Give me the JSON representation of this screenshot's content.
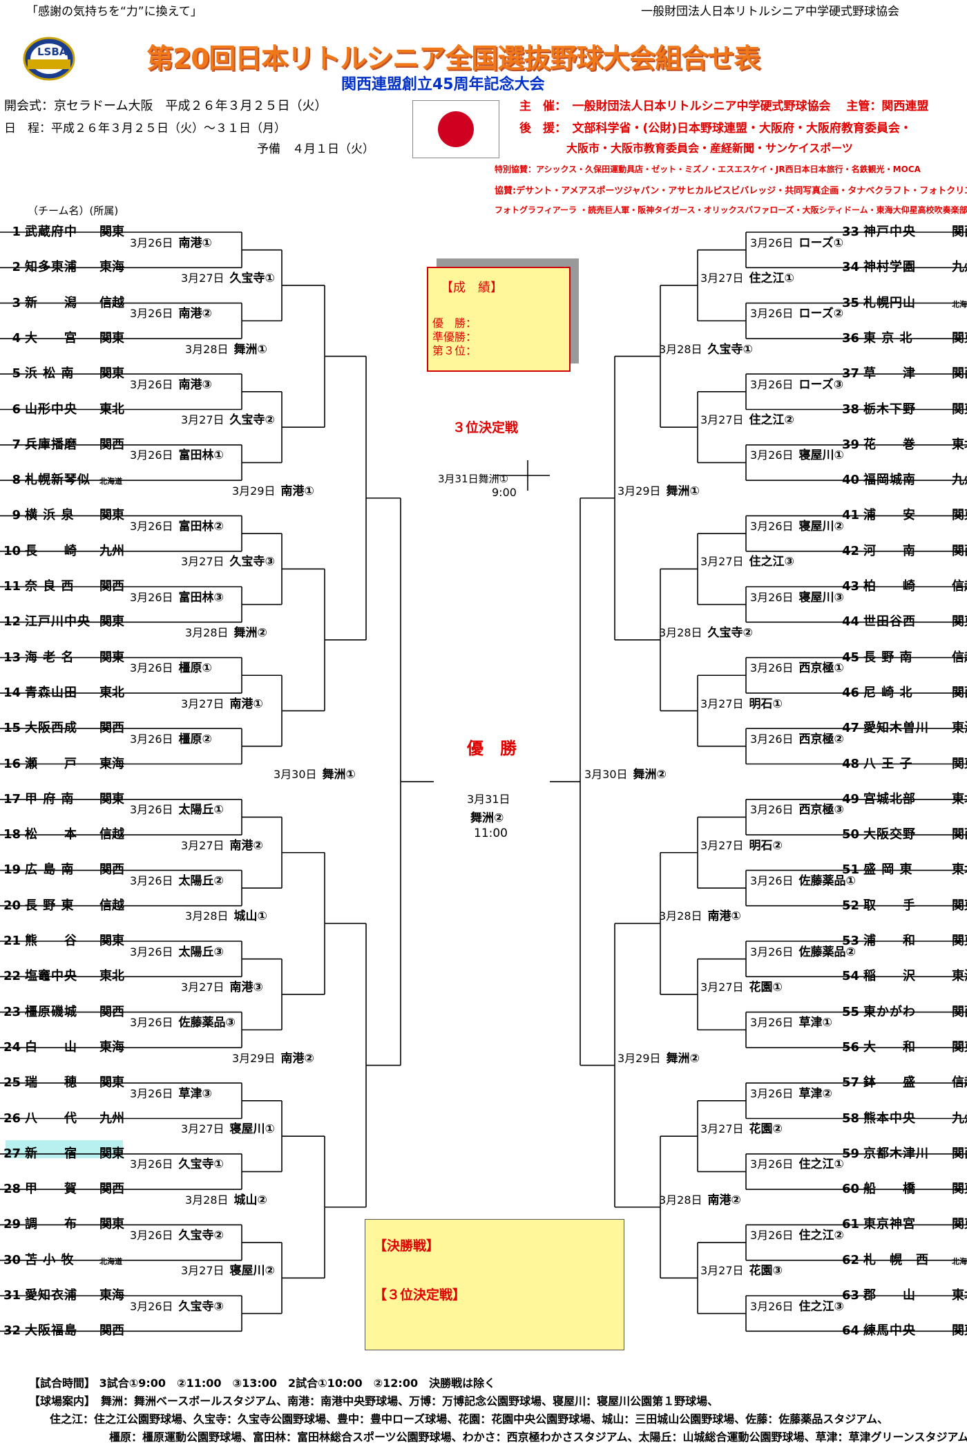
{
  "header": {
    "slogan": "「感謝の気持ちを“力”に換えて」",
    "org_top": "一般財団法人日本リトルシニア中学硬式野球協会",
    "logo_text": "LSBA",
    "title": "第20回日本リトルシニア全国選抜野球大会組合せ表",
    "subtitle": "関西連盟創立45周年記念大会",
    "opening": "開会式：京セラドーム大阪　平成２６年３月２５日（火）",
    "schedule": "日　程：平成２６年３月２５日（火）～３１日（月）",
    "reserve": "予備　４月１日（火）",
    "host": "主　催：　一般財団法人日本リトルシニア中学硬式野球協会　 主管：関西連盟",
    "support1": "後　援：　文部科学省・(公財)日本野球連盟・大阪府・大阪府教育委員会・",
    "support2": "大阪市・大阪市教育委員会・産経新聞・サンケイスポーツ",
    "special": "特別協賛：アシックス・久保田運動具店・ゼット・ミズノ・エスエスケイ・JR西日本日本旅行・名鉄観光・MOCA",
    "sponsor1": "協賛:デサント・アメアスポーツジャパン・アサヒカルピスビバレッジ・共同写真企画・タナベクラフト・フォトクリエート",
    "sponsor2": "フォトグラフィアーラ ・読売巨人軍・阪神タイガース・オリックスバファローズ・大阪シティドーム・東海大仰星高校吹奏楽部",
    "team_col_label": "（チーム名）(所属)"
  },
  "result_box": {
    "title": "【成　績】",
    "lines": [
      "優　勝：",
      "準優勝：",
      "第３位："
    ]
  },
  "third_place": {
    "label": "３位決定戦",
    "game": "3月31日舞洲①",
    "time": "9:00"
  },
  "final": {
    "label": "優　勝",
    "date": "3月31日",
    "venue": "舞洲②",
    "time": "11:00"
  },
  "final_box": {
    "line1": "【決勝戦】",
    "line2": "【３位決定戦】"
  },
  "left_teams": [
    {
      "num": "1",
      "name": "武蔵府中",
      "region": "関東"
    },
    {
      "num": "2",
      "name": "知多東浦",
      "region": "東海"
    },
    {
      "num": "3",
      "name": "新　　潟",
      "region": "信越"
    },
    {
      "num": "4",
      "name": "大　　宮",
      "region": "関東"
    },
    {
      "num": "5",
      "name": "浜 松 南",
      "region": "関東"
    },
    {
      "num": "6",
      "name": "山形中央",
      "region": "東北"
    },
    {
      "num": "7",
      "name": "兵庫播磨",
      "region": "関西"
    },
    {
      "num": "8",
      "name": "札幌新琴似",
      "region": "北海道"
    },
    {
      "num": "9",
      "name": "横 浜 泉",
      "region": "関東"
    },
    {
      "num": "10",
      "name": "長　　崎",
      "region": "九州"
    },
    {
      "num": "11",
      "name": "奈 良 西",
      "region": "関西"
    },
    {
      "num": "12",
      "name": "江戸川中央",
      "region": "関東"
    },
    {
      "num": "13",
      "name": "海 老 名",
      "region": "関東"
    },
    {
      "num": "14",
      "name": "青森山田",
      "region": "東北"
    },
    {
      "num": "15",
      "name": "大阪西成",
      "region": "関西"
    },
    {
      "num": "16",
      "name": "瀬　　戸",
      "region": "東海"
    },
    {
      "num": "17",
      "name": "甲 府 南",
      "region": "関東"
    },
    {
      "num": "18",
      "name": "松　　本",
      "region": "信越"
    },
    {
      "num": "19",
      "name": "広 島 南",
      "region": "関西"
    },
    {
      "num": "20",
      "name": "長 野 東",
      "region": "信越"
    },
    {
      "num": "21",
      "name": "熊　　谷",
      "region": "関東"
    },
    {
      "num": "22",
      "name": "塩竈中央",
      "region": "東北"
    },
    {
      "num": "23",
      "name": "橿原磯城",
      "region": "関西"
    },
    {
      "num": "24",
      "name": "白　　山",
      "region": "東海"
    },
    {
      "num": "25",
      "name": "瑞　　穂",
      "region": "関東"
    },
    {
      "num": "26",
      "name": "八　　代",
      "region": "九州"
    },
    {
      "num": "27",
      "name": "新　　宿",
      "region": "関東"
    },
    {
      "num": "28",
      "name": "甲　　賀",
      "region": "関西"
    },
    {
      "num": "29",
      "name": "調　　布",
      "region": "関東"
    },
    {
      "num": "30",
      "name": "苫 小 牧",
      "region": "北海道"
    },
    {
      "num": "31",
      "name": "愛知衣浦",
      "region": "東海"
    },
    {
      "num": "32",
      "name": "大阪福島",
      "region": "関西"
    }
  ],
  "right_teams": [
    {
      "num": "33",
      "name": "神戸中央",
      "region": "関西"
    },
    {
      "num": "34",
      "name": "神村学園",
      "region": "九州"
    },
    {
      "num": "35",
      "name": "札幌円山",
      "region": "北海道"
    },
    {
      "num": "36",
      "name": "東 京 北",
      "region": "関東"
    },
    {
      "num": "37",
      "name": "草　　津",
      "region": "関西"
    },
    {
      "num": "38",
      "name": "栃木下野",
      "region": "関東"
    },
    {
      "num": "39",
      "name": "花　　巻",
      "region": "東北"
    },
    {
      "num": "40",
      "name": "福岡城南",
      "region": "九州"
    },
    {
      "num": "41",
      "name": "浦　　安",
      "region": "関東"
    },
    {
      "num": "42",
      "name": "河　　南",
      "region": "関西"
    },
    {
      "num": "43",
      "name": "柏　　崎",
      "region": "信越"
    },
    {
      "num": "44",
      "name": "世田谷西",
      "region": "関東"
    },
    {
      "num": "45",
      "name": "長 野 南",
      "region": "信越"
    },
    {
      "num": "46",
      "name": "尼 崎 北",
      "region": "関西"
    },
    {
      "num": "47",
      "name": "愛知木曽川",
      "region": "東海"
    },
    {
      "num": "48",
      "name": "八 王 子",
      "region": "関東"
    },
    {
      "num": "49",
      "name": "宮城北部",
      "region": "東北"
    },
    {
      "num": "50",
      "name": "大阪交野",
      "region": "関西"
    },
    {
      "num": "51",
      "name": "盛 岡 東",
      "region": "東北"
    },
    {
      "num": "52",
      "name": "取　　手",
      "region": "関東"
    },
    {
      "num": "53",
      "name": "浦　　和",
      "region": "関東"
    },
    {
      "num": "54",
      "name": "稲　　沢",
      "region": "東海"
    },
    {
      "num": "55",
      "name": "東かがわ",
      "region": "関西"
    },
    {
      "num": "56",
      "name": "大　　和",
      "region": "関東"
    },
    {
      "num": "57",
      "name": "鉢　　盛",
      "region": "信越"
    },
    {
      "num": "58",
      "name": "熊本中央",
      "region": "九州"
    },
    {
      "num": "59",
      "name": "京都木津川",
      "region": "関西"
    },
    {
      "num": "60",
      "name": "船　　橋",
      "region": "関東"
    },
    {
      "num": "61",
      "name": "東京神宮",
      "region": "関東"
    },
    {
      "num": "62",
      "name": "札　幌　西",
      "region": "北海道"
    },
    {
      "num": "63",
      "name": "郡　　山",
      "region": "東北"
    },
    {
      "num": "64",
      "name": "練馬中央",
      "region": "関東"
    }
  ],
  "left_r1": [
    {
      "date": "3月26日",
      "venue": "南港①"
    },
    {
      "date": "3月26日",
      "venue": "南港②"
    },
    {
      "date": "3月26日",
      "venue": "南港③"
    },
    {
      "date": "3月26日",
      "venue": "富田林①"
    },
    {
      "date": "3月26日",
      "venue": "富田林②"
    },
    {
      "date": "3月26日",
      "venue": "富田林③"
    },
    {
      "date": "3月26日",
      "venue": "橿原①"
    },
    {
      "date": "3月26日",
      "venue": "橿原②"
    },
    {
      "date": "3月26日",
      "venue": "太陽丘①"
    },
    {
      "date": "3月26日",
      "venue": "太陽丘②"
    },
    {
      "date": "3月26日",
      "venue": "太陽丘③"
    },
    {
      "date": "3月26日",
      "venue": "佐藤薬品③"
    },
    {
      "date": "3月26日",
      "venue": "草津③"
    },
    {
      "date": "3月26日",
      "venue": "久宝寺①"
    },
    {
      "date": "3月26日",
      "venue": "久宝寺②"
    },
    {
      "date": "3月26日",
      "venue": "久宝寺③"
    }
  ],
  "left_r2": [
    {
      "date": "3月27日",
      "venue": "久宝寺①"
    },
    {
      "date": "3月27日",
      "venue": "久宝寺②"
    },
    {
      "date": "3月27日",
      "venue": "久宝寺③"
    },
    {
      "date": "3月27日",
      "venue": "南港①"
    },
    {
      "date": "3月27日",
      "venue": "南港②"
    },
    {
      "date": "3月27日",
      "venue": "南港③"
    },
    {
      "date": "3月27日",
      "venue": "寝屋川①"
    },
    {
      "date": "3月27日",
      "venue": "寝屋川②"
    }
  ],
  "left_r3": [
    {
      "date": "3月28日",
      "venue": "舞洲①"
    },
    {
      "date": "3月28日",
      "venue": "舞洲②"
    },
    {
      "date": "3月28日",
      "venue": "城山①"
    },
    {
      "date": "3月28日",
      "venue": "城山②"
    }
  ],
  "left_r4": [
    {
      "date": "3月29日",
      "venue": "南港①"
    },
    {
      "date": "3月29日",
      "venue": "南港②"
    }
  ],
  "left_r5": {
    "date": "3月30日",
    "venue": "舞洲①"
  },
  "right_r1": [
    {
      "date": "3月26日",
      "venue": "ローズ①"
    },
    {
      "date": "3月26日",
      "venue": "ローズ②"
    },
    {
      "date": "3月26日",
      "venue": "ローズ③"
    },
    {
      "date": "3月26日",
      "venue": "寝屋川①"
    },
    {
      "date": "3月26日",
      "venue": "寝屋川②"
    },
    {
      "date": "3月26日",
      "venue": "寝屋川③"
    },
    {
      "date": "3月26日",
      "venue": "西京極①"
    },
    {
      "date": "3月26日",
      "venue": "西京極②"
    },
    {
      "date": "3月26日",
      "venue": "西京極③"
    },
    {
      "date": "3月26日",
      "venue": "佐藤薬品①"
    },
    {
      "date": "3月26日",
      "venue": "佐藤薬品②"
    },
    {
      "date": "3月26日",
      "venue": "草津①"
    },
    {
      "date": "3月26日",
      "venue": "草津②"
    },
    {
      "date": "3月26日",
      "venue": "住之江①"
    },
    {
      "date": "3月26日",
      "venue": "住之江②"
    },
    {
      "date": "3月26日",
      "venue": "住之江③"
    }
  ],
  "right_r2": [
    {
      "date": "3月27日",
      "venue": "住之江①"
    },
    {
      "date": "3月27日",
      "venue": "住之江②"
    },
    {
      "date": "3月27日",
      "venue": "住之江③"
    },
    {
      "date": "3月27日",
      "venue": "明石①"
    },
    {
      "date": "3月27日",
      "venue": "明石②"
    },
    {
      "date": "3月27日",
      "venue": "花園①"
    },
    {
      "date": "3月27日",
      "venue": "花園②"
    },
    {
      "date": "3月27日",
      "venue": "花園③"
    }
  ],
  "right_r3": [
    {
      "date": "3月28日",
      "venue": "久宝寺①"
    },
    {
      "date": "3月28日",
      "venue": "久宝寺②"
    },
    {
      "date": "3月28日",
      "venue": "南港①"
    },
    {
      "date": "3月28日",
      "venue": "南港②"
    }
  ],
  "right_r4": [
    {
      "date": "3月29日",
      "venue": "舞洲①"
    },
    {
      "date": "3月29日",
      "venue": "舞洲②"
    }
  ],
  "right_r5": {
    "date": "3月30日",
    "venue": "舞洲②"
  },
  "footer": {
    "time": "【試合時間】 3試合①9:00　②11:00　③13:00　2試合①10:00　②12:00　決勝戦は除く",
    "venue1": "【球場案内】　舞洲：舞洲ベースボールスタジアム、南港：南港中央野球場、万博：万博記念公園野球場、寝屋川：寝屋川公園第１野球場、",
    "venue2": "住之江：住之江公園野球場、久宝寺：久宝寺公園野球場、豊中：豊中ローズ球場、花園：花園中央公園野球場、城山：三田城山公園野球場、佐藤：佐藤薬品スタジアム、",
    "venue3": "橿原：橿原運動公園野球場、富田林：富田林総合スポーツ公園野球場、わかさ：西京極わかさスタジアム、太陽丘：山城総合運動公園野球場、草津：草津グリーンスタジアム他"
  },
  "colors": {
    "title_orange": "#f07818",
    "subtitle_blue": "#0030c8",
    "accent_red": "#e00000",
    "highlight_cyan": "#b8f0f0",
    "box_yellow": "#fff799"
  }
}
